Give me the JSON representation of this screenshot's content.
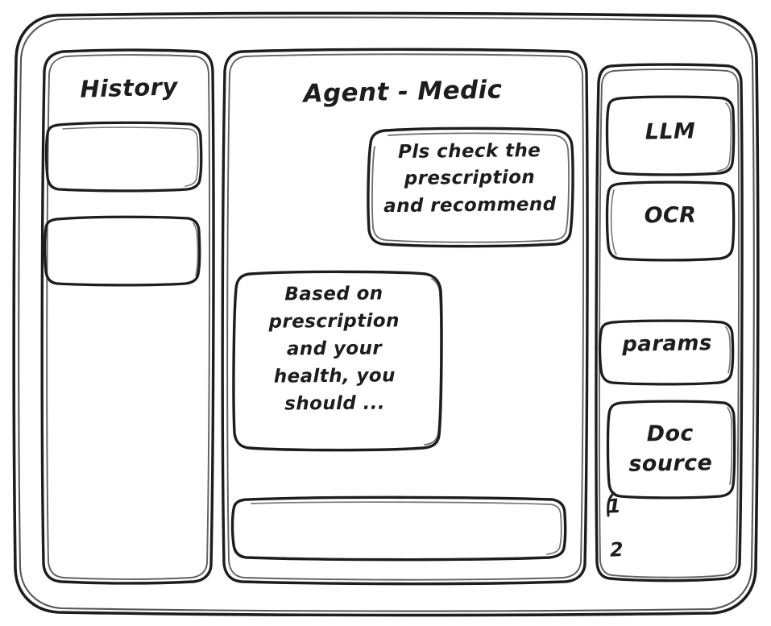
{
  "app": {
    "style": "hand-drawn-wireframe-sketch",
    "stroke_color": "#1d1d1d",
    "background_color": "#ffffff"
  },
  "sidebar_left": {
    "title": "History",
    "items": [
      {
        "label": ""
      },
      {
        "label": ""
      }
    ]
  },
  "main": {
    "title": "Agent - Medic",
    "messages": [
      {
        "role": "user",
        "text": "Pls check the\nprescription\nand recommend"
      },
      {
        "role": "assistant",
        "text": "Based on\nprescription\nand your\nhealth, you\nshould ..."
      }
    ],
    "composer": {
      "value": "",
      "placeholder": ""
    }
  },
  "sidebar_right": {
    "cards": [
      {
        "label": "LLM"
      },
      {
        "label": "OCR"
      },
      {
        "label": "params"
      },
      {
        "label": "Doc\nsource"
      }
    ],
    "doc_source_list": [
      {
        "label": "1"
      },
      {
        "label": "2"
      }
    ]
  }
}
